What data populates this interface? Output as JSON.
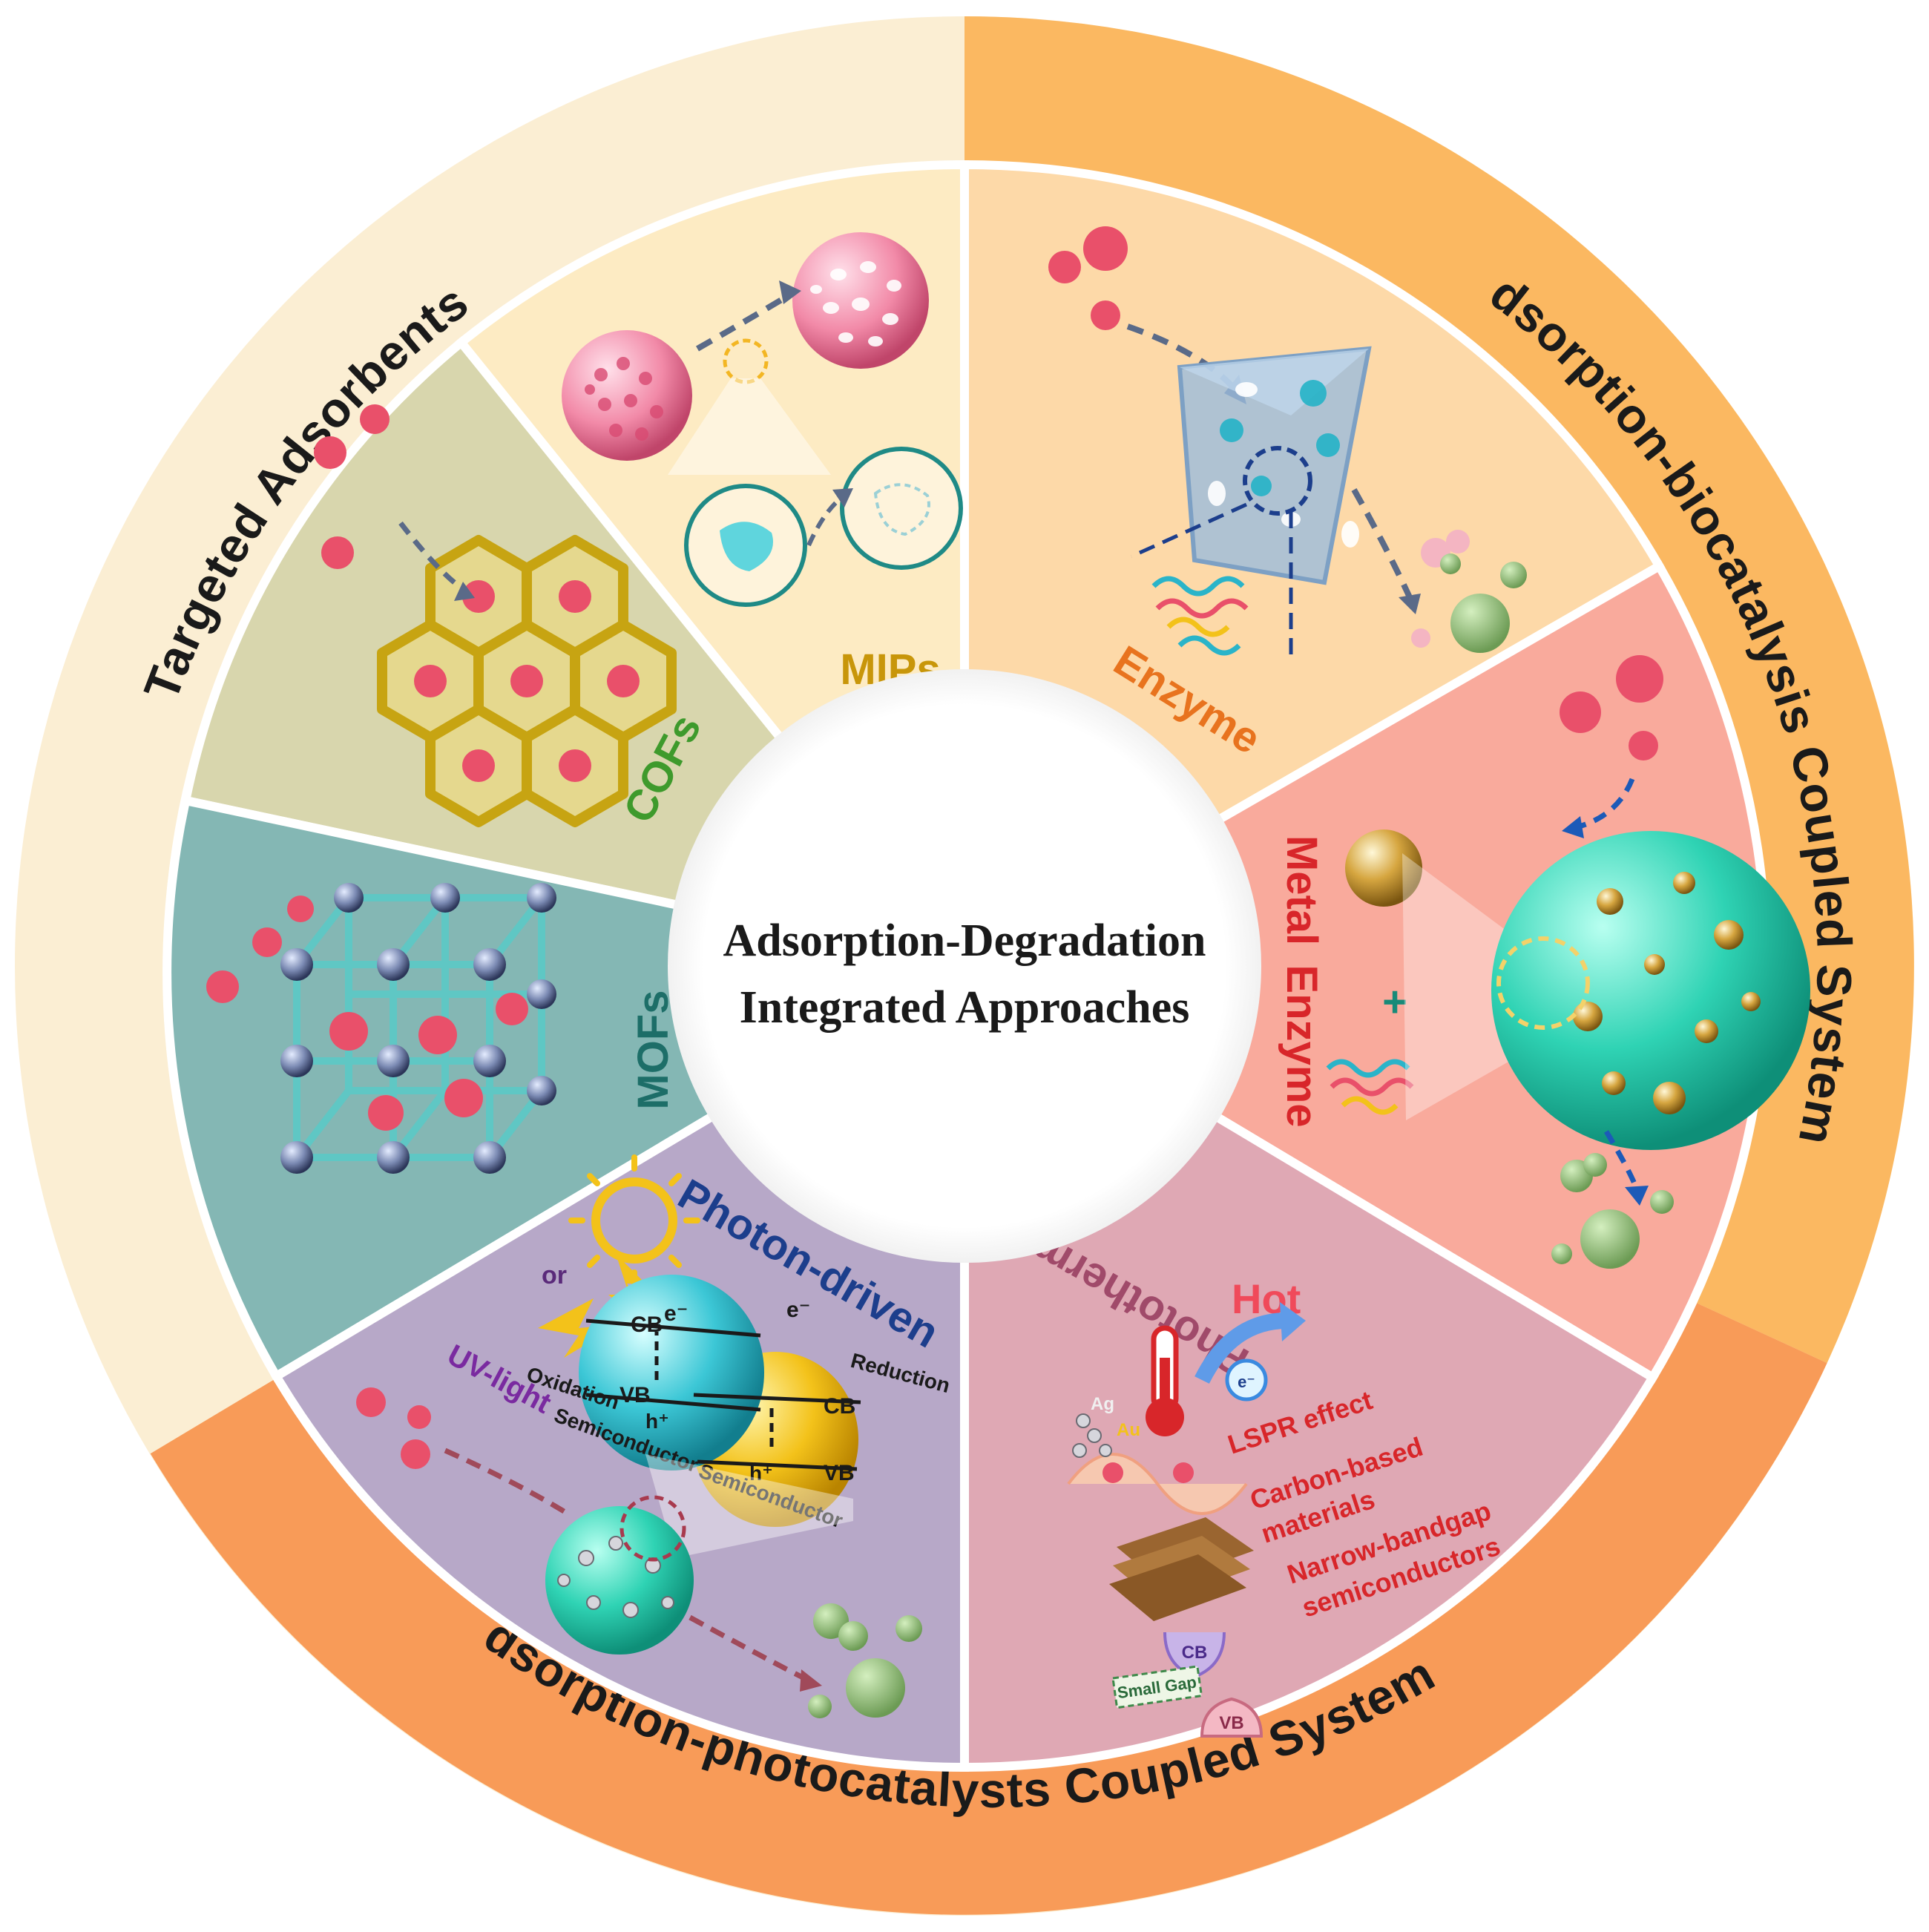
{
  "center": {
    "line1": "Adsorption-Degradation",
    "line2": "Integrated Approaches"
  },
  "ring": {
    "targeted": "Targeted Adsorbents",
    "biocatalysis": "Adsorption-biocatalysis Coupled Systems",
    "photocatalysts": "Adsorption-photocatalysts Coupled Systems"
  },
  "segments": {
    "mips": "MIPs",
    "cofs": "COFs",
    "mofs": "MOFs",
    "enzyme": "Enzyme",
    "metal_enzyme_metal": "Metal",
    "metal_enzyme_enzyme": "Enzyme",
    "metal_enzyme_plus": "+",
    "photon_driven": "Photon-driven",
    "photothermal": "Photothermal"
  },
  "photon": {
    "or": "or",
    "uv_light": "UV-light",
    "cb_left": "CB",
    "vb_left": "VB",
    "cb_right": "CB",
    "vb_right": "VB",
    "e_left": "e⁻",
    "e_right": "e⁻",
    "h_left": "h⁺",
    "h_right": "h⁺",
    "oxidation": "Oxidation",
    "reduction": "Reduction",
    "semi_left": "Semiconductor",
    "semi_right": "Semiconductor"
  },
  "thermal": {
    "hot": "Hot",
    "e": "e⁻",
    "ag": "Ag",
    "au": "Au",
    "lspr": "LSPR effect",
    "carbon1": "Carbon-based",
    "carbon2": "materials",
    "narrow1": "Narrow-bandgap",
    "narrow2": "semiconductors",
    "cb": "CB",
    "vb": "VB",
    "small_gap": "Small Gap"
  },
  "colors": {
    "ring_light": "#fbeed3",
    "ring_orange_top": "#fbb861",
    "ring_orange_bottom": "#f89b58",
    "mips_bg": "#fdebc3",
    "cofs_bg": "#d8d6ad",
    "mofs_bg": "#84b7b4",
    "enzyme_bg": "#fdd9a8",
    "metal_bg": "#f9aa9c",
    "photothermal_bg": "#dfa8b4",
    "photon_bg": "#b7a8c8",
    "pollutant": "#e9506a",
    "mips_label": "#c8960a",
    "cofs_label": "#3e9a2c",
    "mofs_label": "#1d6e68",
    "enzyme_label": "#e8731e",
    "metal_label": "#d8262a",
    "photon_label": "#1c3e8c",
    "photothermal_label": "#a04a6a"
  }
}
